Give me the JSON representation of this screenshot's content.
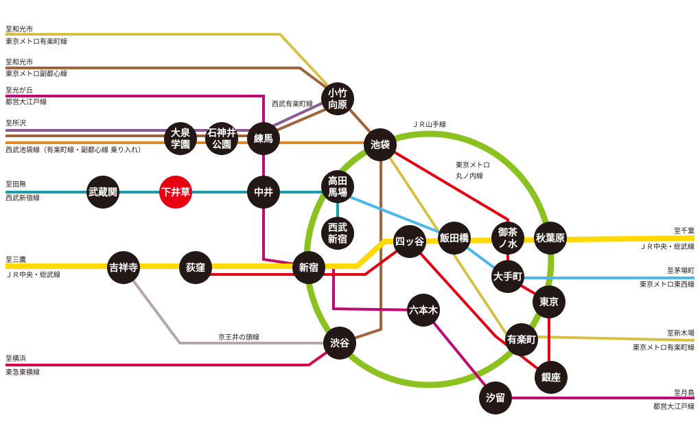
{
  "colors": {
    "yamanote": "#8cc21f",
    "yurakucho": "#d6c146",
    "fukutoshin": "#a0633d",
    "oedo": "#bf0a74",
    "seibu_ikebukuro": "#e08a27",
    "seibu_shinjuku": "#1a9ba5",
    "chuo_sobu": "#ffd900",
    "chuo_rapid": "#e60012",
    "marunouchi": "#e60012",
    "tozai": "#4cb8ea",
    "inokashira": "#b7a8a5",
    "toyoko": "#d4084f",
    "yurakucho_line_purple": "#8a5a99",
    "station": "#231815",
    "highlight_station": "#e60012"
  },
  "stations": {
    "kotake": "小竹\n向原",
    "ikebukuro": "池袋",
    "oizumi": "大泉\n学園",
    "shakujii": "石神井\n公園",
    "nerima": "練馬",
    "musashiseki": "武蔵関",
    "shimoigusa": "下井草",
    "nakai": "中井",
    "takadanobaba": "高田\n馬場",
    "seibushinjuku": "西武\n新宿",
    "yotsuya": "四ッ谷",
    "iidabashi": "飯田橋",
    "ochanomizu": "御茶\nノ水",
    "akihabara": "秋葉原",
    "kichijoji": "吉祥寺",
    "ogikubo": "荻窪",
    "shinjuku": "新宿",
    "otemachi": "大手町",
    "tokyo": "東京",
    "roppongi": "六本木",
    "yurakucho": "有楽町",
    "shibuya": "渋谷",
    "ginza": "銀座",
    "shiodome": "汐留"
  },
  "labels": {
    "wakoshi1_to": "至和光市",
    "wakoshi1_line": "東京メトロ有楽町線",
    "wakoshi2_to": "至和光市",
    "wakoshi2_line": "東京メトロ副都心線",
    "hikarigaoka_to": "至光が丘",
    "hikarigaoka_line": "都営大江戸線",
    "tokorozawa_to": "至所沢",
    "seibu_ikebukuro_line": "西武池袋線（有楽町線・副都心線 乗り入れ）",
    "seibu_yurakucho_line": "西武有楽町線",
    "yamanote_line": "ＪＲ山手線",
    "marunouchi_line1": "東京メトロ",
    "marunouchi_line2": "丸ノ内線",
    "tanashi_to": "至田無",
    "seibu_shinjuku_line": "西武新宿線",
    "mitaka_to": "至三鷹",
    "chuo_sobu_w": "ＪＲ中央・総武線",
    "chiba_to": "至千葉",
    "chuo_sobu_e": "ＪＲ中央・総武線",
    "kayabacho_to": "至茅場町",
    "tozai_line": "東京メトロ東西線",
    "inokashira_line": "京王井の頭線",
    "shinkiba_to": "至新木場",
    "yurakucho_line_e": "東京メトロ有楽町線",
    "yokohama_to": "至横浜",
    "toyoko_line": "東急東横線",
    "tsukishima_to": "至月島",
    "oedo_line_e": "都営大江戸線"
  }
}
